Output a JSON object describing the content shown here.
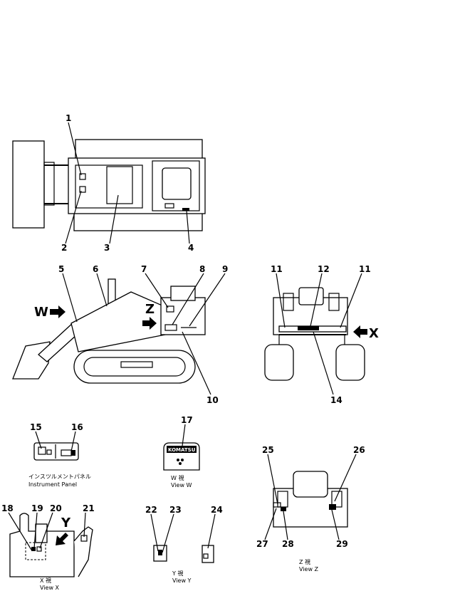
{
  "callouts": {
    "n1": "1",
    "n2": "2",
    "n3": "3",
    "n4": "4",
    "n5": "5",
    "n6": "6",
    "n7": "7",
    "n8": "8",
    "n9": "9",
    "n10": "10",
    "n11a": "11",
    "n11b": "11",
    "n12": "12",
    "n14": "14",
    "n15": "15",
    "n16": "16",
    "n17": "17",
    "n18": "18",
    "n19": "19",
    "n20": "20",
    "n21": "21",
    "n22": "22",
    "n23": "23",
    "n24": "24",
    "n25": "25",
    "n26": "26",
    "n27": "27",
    "n28": "28",
    "n29": "29"
  },
  "arrows": {
    "w": "W",
    "z": "Z",
    "x": "X",
    "y": "Y"
  },
  "captions": {
    "panel_jp": "インスツルメントパネル",
    "panel_en": "Instrument Panel",
    "view_w_jp": "W 視",
    "view_w_en": "View W",
    "view_x_jp": "X 視",
    "view_x_en": "View X",
    "view_y_jp": "Y 視",
    "view_y_en": "View Y",
    "view_z_jp": "Z 視",
    "view_z_en": "View Z",
    "brand": "KOMATSU"
  },
  "icons": [
    "arrow-w-icon",
    "arrow-z-icon",
    "arrow-x-icon",
    "arrow-y-icon"
  ]
}
